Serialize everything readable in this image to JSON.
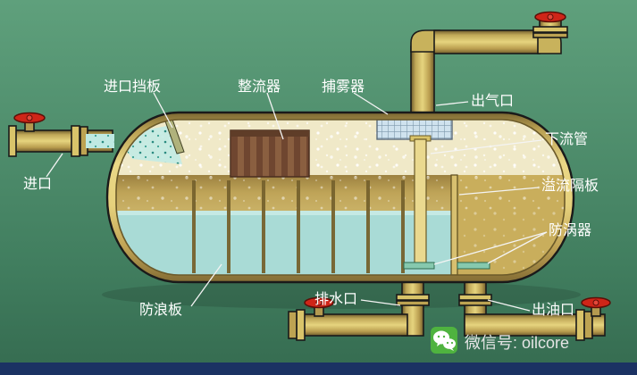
{
  "diagram": {
    "labels": {
      "inlet_baffle": "进口挡板",
      "rectifier": "整流器",
      "mist_catcher": "捕雾器",
      "gas_outlet": "出气口",
      "downcomer": "下流管",
      "overflow_baffle": "溢流隔板",
      "vortex_breaker": "防涡器",
      "inlet": "进口",
      "wave_breaker": "防浪板",
      "water_drain": "排水口",
      "oil_outlet": "出油口"
    },
    "watermark": "微信号: oilcore",
    "colors": {
      "background": "#4f8c6d",
      "vessel_shell": "#e6d17c",
      "gas_space": "#f0e9c8",
      "oil_layer": "#bfa458",
      "water": "#a9dbd6",
      "right_chamber": "#c9ae5c",
      "rectifier_brown": "#8a5f40",
      "valve_red": "#cf2518",
      "label_text": "#ffffff",
      "wechat_green": "#4fb33f",
      "footer_bar": "#1b3263"
    }
  }
}
